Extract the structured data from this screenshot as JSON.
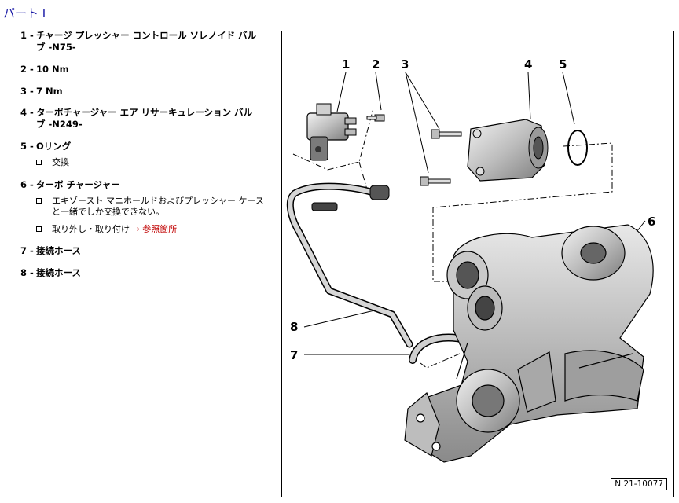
{
  "heading": "パート I",
  "parts": [
    {
      "num": "1 -",
      "text": "チャージ プレッシャー コントロール ソレノイド バル\nブ -N75-"
    },
    {
      "num": "2 -",
      "text": "10 Nm"
    },
    {
      "num": "3 -",
      "text": "7 Nm"
    },
    {
      "num": "4 -",
      "text": "ターボチャージャー エア リサーキュレーション バル\nブ -N249-"
    },
    {
      "num": "5 -",
      "text": "Oリング"
    },
    {
      "num": "6 -",
      "text": "ターボ チャージャー"
    },
    {
      "num": "7 -",
      "text": "接続ホース"
    },
    {
      "num": "8 -",
      "text": "接続ホース"
    }
  ],
  "notes": {
    "p5_replace": "交換",
    "p6_note1": "エキゾースト マニホールドおよびプレッシャー ケース\nと一緒でしか交換できない。",
    "p6_note2_prefix": "取り外し・取り付け",
    "p6_note2_arrow": "→",
    "p6_note2_link": "参照箇所"
  },
  "figure": {
    "callouts": [
      "1",
      "2",
      "3",
      "4",
      "5",
      "6",
      "7",
      "8"
    ],
    "id": "N 21-10077"
  },
  "colors": {
    "heading": "#1a1aa6",
    "link": "#c00000"
  }
}
